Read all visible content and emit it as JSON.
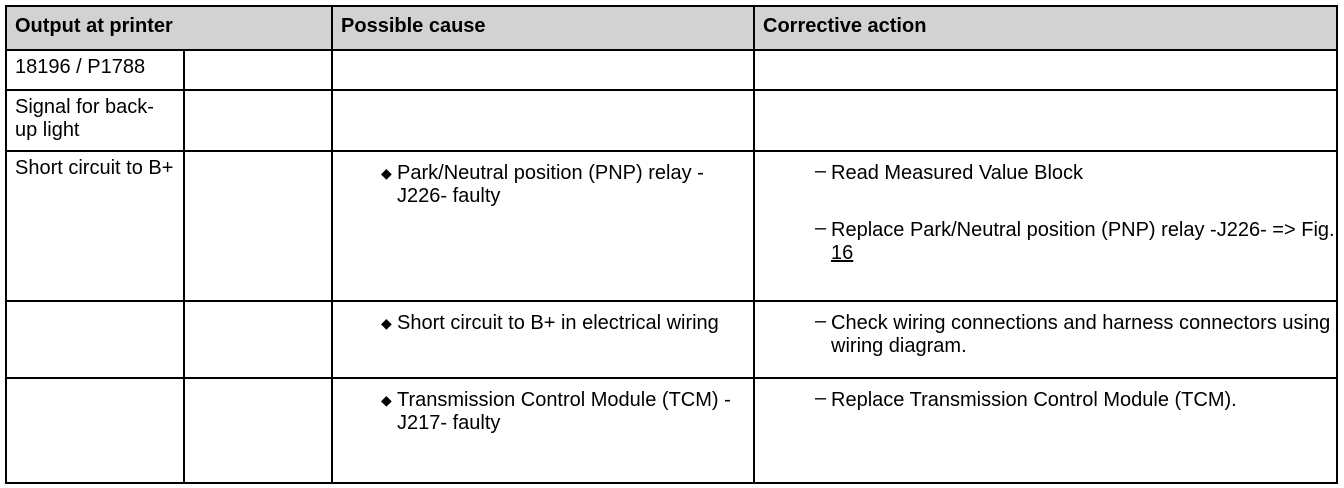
{
  "header": {
    "output_at_printer": "Output at printer",
    "possible_cause": "Possible cause",
    "corrective_action": "Corrective action"
  },
  "rows": {
    "code": "18196 / P1788",
    "signal": "Signal for back-up light",
    "fault": "Short circuit to B+",
    "causes": [
      "Park/Neutral position (PNP) relay -J226- faulty",
      "Short circuit to B+ in electrical wiring",
      "Transmission Control Module (TCM) -J217- faulty"
    ],
    "actions": {
      "a1": "Read Measured Value Block",
      "a2_text": "Replace Park/Neutral position (PNP) relay -J226- => Fig.",
      "a2_link": " 16",
      "a3": "Check wiring connections and harness connectors using wiring diagram.",
      "a4": "Replace Transmission Control Module (TCM)."
    }
  }
}
